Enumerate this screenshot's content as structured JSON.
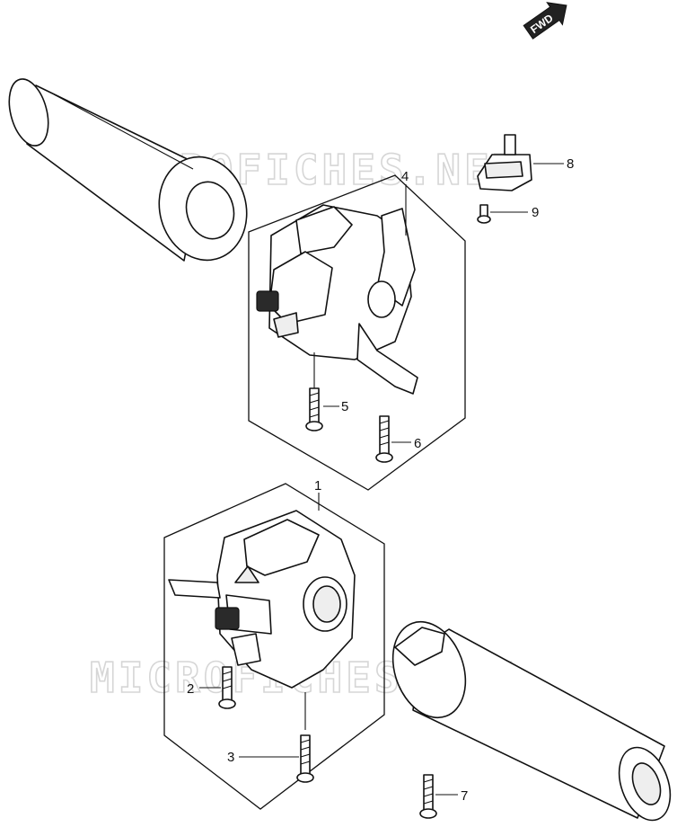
{
  "watermark": "MICROFICHES.NET",
  "fwd_label": "FWD",
  "callouts": {
    "c1": "1",
    "c2": "2",
    "c3": "3",
    "c4": "4",
    "c5": "5",
    "c6": "6",
    "c7": "7",
    "c8": "8",
    "c9": "9"
  }
}
